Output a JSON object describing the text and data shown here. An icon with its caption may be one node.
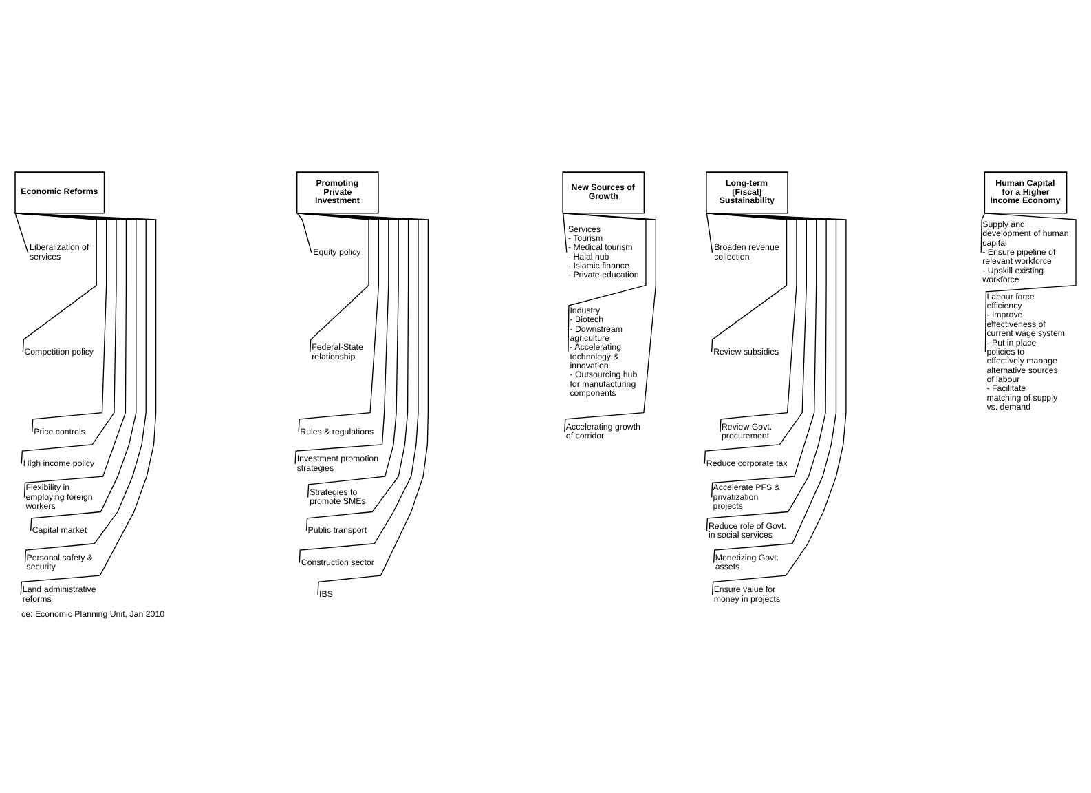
{
  "diagram": {
    "caption": "ce: Economic Planning Unit, Jan 2010",
    "nodes": [
      {
        "text": [
          "Economic Reforms"
        ]
      },
      {
        "text": [
          "Liberalization of services"
        ]
      },
      {
        "text": [
          "Competition policy"
        ]
      },
      {
        "text": [
          "Price controls"
        ]
      },
      {
        "text": [
          "High income policy"
        ]
      },
      {
        "text": [
          "Flexibility in employing foreign workers"
        ]
      },
      {
        "text": [
          "Capital market"
        ]
      },
      {
        "text": [
          "Personal safety & security"
        ]
      },
      {
        "text": [
          "Land administrative reforms"
        ]
      },
      {
        "text": [
          "Promoting Private Investment"
        ]
      },
      {
        "text": [
          "Equity policy"
        ]
      },
      {
        "text": [
          "Federal-State relationship"
        ]
      },
      {
        "text": [
          "Rules & regulations"
        ]
      },
      {
        "text": [
          "Investment promotion strategies"
        ]
      },
      {
        "text": [
          "Strategies to promote SMEs"
        ]
      },
      {
        "text": [
          "Public transport"
        ]
      },
      {
        "text": [
          "Construction sector"
        ]
      },
      {
        "text": [
          "IBS"
        ]
      },
      {
        "text": [
          "New Sources of Growth"
        ]
      },
      {
        "text": [
          "Services",
          "- Tourism",
          "- Medical tourism",
          "- Halal hub",
          "- Islamic finance",
          "- Private education"
        ]
      },
      {
        "text": [
          "Industry",
          "- Biotech",
          "- Downstream agriculture",
          "- Accelerating technology & innovation",
          "- Outsourcing hub for manufacturing components"
        ]
      },
      {
        "text": [
          "Accelerating growth of corridor"
        ]
      },
      {
        "text": [
          "Long-term [Fiscal] Sustainability"
        ]
      },
      {
        "text": [
          "Broaden revenue collection"
        ]
      },
      {
        "text": [
          "Review subsidies"
        ]
      },
      {
        "text": [
          "Review Govt. procurement"
        ]
      },
      {
        "text": [
          "Reduce corporate tax"
        ]
      },
      {
        "text": [
          "Accelerate PFS & privatization projects"
        ]
      },
      {
        "text": [
          "Reduce role of Govt. in social services"
        ]
      },
      {
        "text": [
          "Monetizing Govt. assets"
        ]
      },
      {
        "text": [
          "Ensure value for money in projects"
        ]
      },
      {
        "text": [
          "Human Capital for a Higher Income Economy"
        ]
      },
      {
        "text": [
          "Supply and development of human capital",
          "- Ensure pipeline of relevant workforce",
          "- Upskill existing workforce"
        ]
      },
      {
        "text": [
          "Labour force efficiency",
          "- Improve effectiveness of current wage system",
          "- Put in place policies to effectively manage alternative sources of labour",
          "- Facilitate matching of supply vs. demand"
        ]
      }
    ],
    "edges": [
      {
        "from": 0,
        "to": 1,
        "arrow": "none"
      },
      {
        "from": 0,
        "to": 2,
        "arrow": "none"
      },
      {
        "from": 0,
        "to": 3,
        "arrow": "none"
      },
      {
        "from": 0,
        "to": 4,
        "arrow": "none"
      },
      {
        "from": 0,
        "to": 5,
        "arrow": "none"
      },
      {
        "from": 0,
        "to": 6,
        "arrow": "none"
      },
      {
        "from": 0,
        "to": 7,
        "arrow": "none"
      },
      {
        "from": 0,
        "to": 8,
        "arrow": "none"
      },
      {
        "from": 9,
        "to": 10,
        "arrow": "none"
      },
      {
        "from": 9,
        "to": 11,
        "arrow": "none"
      },
      {
        "from": 9,
        "to": 12,
        "arrow": "none"
      },
      {
        "from": 9,
        "to": 13,
        "arrow": "none"
      },
      {
        "from": 9,
        "to": 14,
        "arrow": "none"
      },
      {
        "from": 9,
        "to": 15,
        "arrow": "none"
      },
      {
        "from": 9,
        "to": 16,
        "arrow": "none"
      },
      {
        "from": 9,
        "to": 17,
        "arrow": "none"
      },
      {
        "from": 18,
        "to": 19,
        "arrow": "none"
      },
      {
        "from": 18,
        "to": 20,
        "arrow": "none"
      },
      {
        "from": 18,
        "to": 21,
        "arrow": "none"
      },
      {
        "from": 22,
        "to": 23,
        "arrow": "none"
      },
      {
        "from": 22,
        "to": 24,
        "arrow": "none"
      },
      {
        "from": 22,
        "to": 25,
        "arrow": "none"
      },
      {
        "from": 22,
        "to": 26,
        "arrow": "none"
      },
      {
        "from": 22,
        "to": 27,
        "arrow": "none"
      },
      {
        "from": 22,
        "to": 28,
        "arrow": "none"
      },
      {
        "from": 22,
        "to": 29,
        "arrow": "none"
      },
      {
        "from": 22,
        "to": 30,
        "arrow": "none"
      },
      {
        "from": 31,
        "to": 32,
        "arrow": "none"
      },
      {
        "from": 31,
        "to": 33,
        "arrow": "none"
      }
    ]
  }
}
